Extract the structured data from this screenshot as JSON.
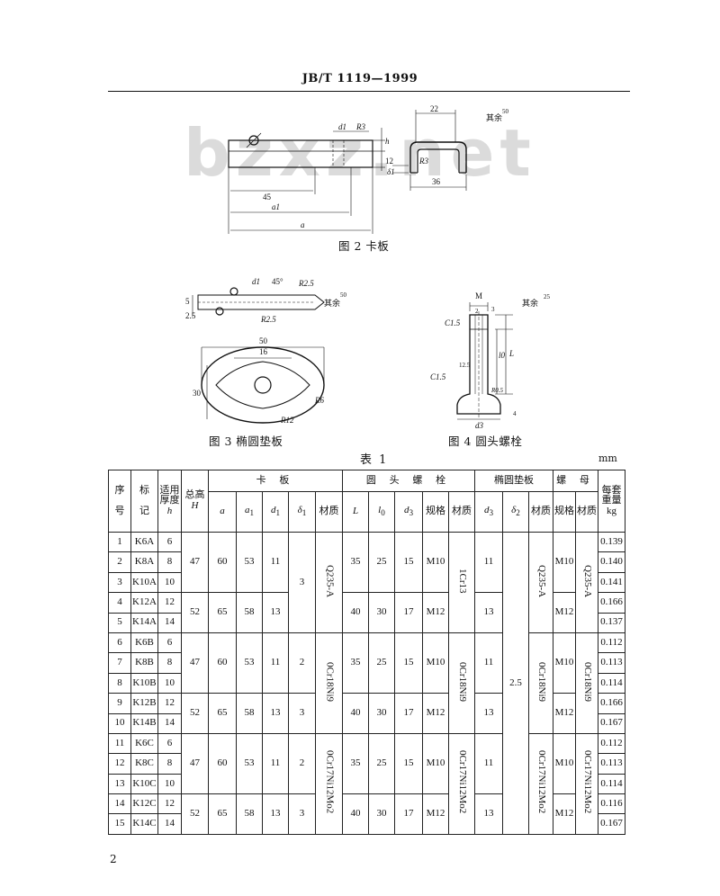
{
  "header": {
    "standard_code": "JB/T  1119—1999"
  },
  "watermark": "bzxz.net",
  "figures": {
    "fig2": {
      "caption": "图 2    卡板",
      "dims": {
        "width_top": "22",
        "len_45": "45",
        "a1": "a1",
        "a": "a",
        "d1": "d1",
        "r3": "R3",
        "h": "h",
        "n12": "12",
        "n36": "36",
        "delta1": "δ1",
        "rest_label": "其余",
        "roughness": "50"
      }
    },
    "fig3": {
      "caption": "图 3    椭圆垫板",
      "dims": {
        "n5": "5",
        "n25": "2.5",
        "d1": "d1",
        "deg45": "45°",
        "r25": "R2.5",
        "r25b": "R2.5",
        "n50": "50",
        "n16": "16",
        "n30": "30",
        "r6": "R6",
        "r12": "R12",
        "rest_label": "其余",
        "roughness": "50"
      }
    },
    "fig4": {
      "caption": "图 4    圆头螺栓",
      "dims": {
        "m": "M",
        "n2": "2",
        "n3": "3",
        "c15a": "C1.5",
        "c15b": "C1.5",
        "l0": "l0",
        "l": "L",
        "n125": "12.5",
        "r05": "R0.5",
        "d3": "d3",
        "n4": "4",
        "rest_label": "其余",
        "roughness": "25"
      }
    }
  },
  "table": {
    "title": "表 1",
    "unit": "mm",
    "group_headers": {
      "seq": [
        "序",
        "号"
      ],
      "mark": [
        "标",
        "记"
      ],
      "thick": [
        "适用",
        "厚度"
      ],
      "thick_sym": "h",
      "height_label": "总高",
      "height_sym": "H",
      "card": "卡 板",
      "bolt": "圆 头 螺 栓",
      "pad": "椭圆垫板",
      "nut": "螺 母",
      "weight": [
        "每套",
        "重量"
      ],
      "weight_unit": "kg"
    },
    "sub_headers": {
      "a": "a",
      "a1": "a",
      "a1_sub": "1",
      "d1": "d",
      "d1_sub": "1",
      "delta1": "δ",
      "delta1_sub": "1",
      "card_mat": "材质",
      "L": "L",
      "l0": "l",
      "l0_sub": "0",
      "d3": "d",
      "d3_sub": "3",
      "bolt_spec": "规格",
      "bolt_mat": "材质",
      "d2": "d",
      "d2_sub": "3",
      "delta2": "δ",
      "delta2_sub": "2",
      "pad_mat": "材质",
      "nut_spec": "规格",
      "nut_mat": "材质"
    },
    "rows": [
      {
        "no": "1",
        "mark": "K6A",
        "h": "6",
        "kg": "0.139"
      },
      {
        "no": "2",
        "mark": "K8A",
        "h": "8",
        "kg": "0.140"
      },
      {
        "no": "3",
        "mark": "K10A",
        "h": "10",
        "kg": "0.141"
      },
      {
        "no": "4",
        "mark": "K12A",
        "h": "12",
        "kg": "0.166"
      },
      {
        "no": "5",
        "mark": "K14A",
        "h": "14",
        "kg": "0.137"
      },
      {
        "no": "6",
        "mark": "K6B",
        "h": "6",
        "kg": "0.112"
      },
      {
        "no": "7",
        "mark": "K8B",
        "h": "8",
        "kg": "0.113"
      },
      {
        "no": "8",
        "mark": "K10B",
        "h": "10",
        "kg": "0.114"
      },
      {
        "no": "9",
        "mark": "K12B",
        "h": "12",
        "kg": "0.166"
      },
      {
        "no": "10",
        "mark": "K14B",
        "h": "14",
        "kg": "0.167"
      },
      {
        "no": "11",
        "mark": "K6C",
        "h": "6",
        "kg": "0.112"
      },
      {
        "no": "12",
        "mark": "K8C",
        "h": "8",
        "kg": "0.113"
      },
      {
        "no": "13",
        "mark": "K10C",
        "h": "10",
        "kg": "0.114"
      },
      {
        "no": "14",
        "mark": "K12C",
        "h": "12",
        "kg": "0.116"
      },
      {
        "no": "15",
        "mark": "K14C",
        "h": "14",
        "kg": "0.167"
      }
    ],
    "merged": {
      "H_47": "47",
      "H_52": "52",
      "a_60": "60",
      "a_65": "65",
      "a1_53": "53",
      "a1_58": "58",
      "d1_11": "11",
      "d1_13": "13",
      "delta1_3": "3",
      "delta1_2": "2",
      "L_35": "35",
      "L_40": "40",
      "l0_25": "25",
      "l0_30": "30",
      "d3_15": "15",
      "d3_17": "17",
      "spec_m10": "M10",
      "spec_m12": "M12",
      "d2_11": "11",
      "d2_13": "13",
      "delta2": "2.5",
      "mat_q235": "Q235-A",
      "mat_1cr13": "1Cr13",
      "mat_0cr18ni9": "0Cr18Ni9",
      "mat_0cr17": "0Cr17Ni12Mo2"
    }
  },
  "page_number": "2"
}
